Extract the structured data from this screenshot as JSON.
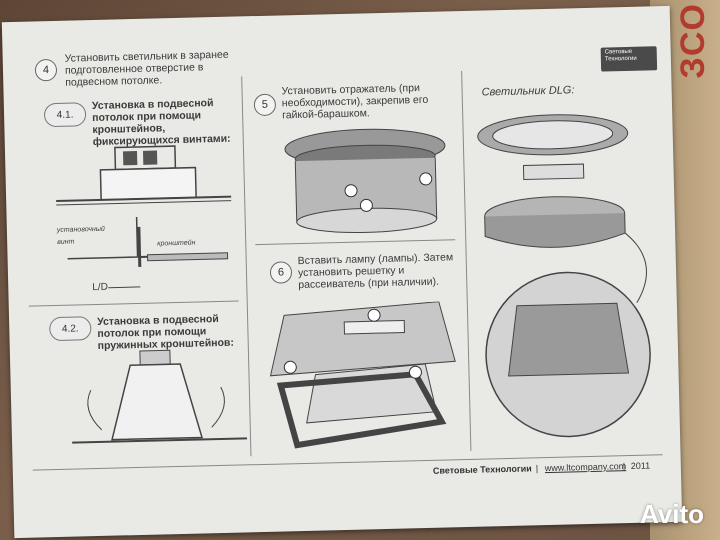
{
  "step4": {
    "num": "4",
    "text": "Установить светильник в заранее подготовленное отверстие в подвесном потолке."
  },
  "step41": {
    "num": "4.1.",
    "text": "Установка в подвесной потолок при помощи кронштейнов, фиксирующихся винтами:"
  },
  "labels41": {
    "screw": "установочный винт",
    "bracket": "кронштейн",
    "ld": "L/D"
  },
  "step42": {
    "num": "4.2.",
    "text": "Установка в подвесной потолок при помощи пружинных кронштейнов:"
  },
  "step5": {
    "num": "5",
    "text": "Установить отражатель (при необходимости), закрепив его гайкой-барашком."
  },
  "step6": {
    "num": "6",
    "text": "Вставить лампу (лампы). Затем установить решетку и рассеиватель (при наличии)."
  },
  "dlg_title": "Светильник DLG:",
  "logo_text": "Световые Технологии",
  "footer": {
    "brand": "Световые Технологии",
    "sep1": "|",
    "url": "www.ltcompany.com",
    "sep2": "|",
    "year": "2011"
  },
  "watermark": "Avito",
  "box_text": "ЗСО"
}
